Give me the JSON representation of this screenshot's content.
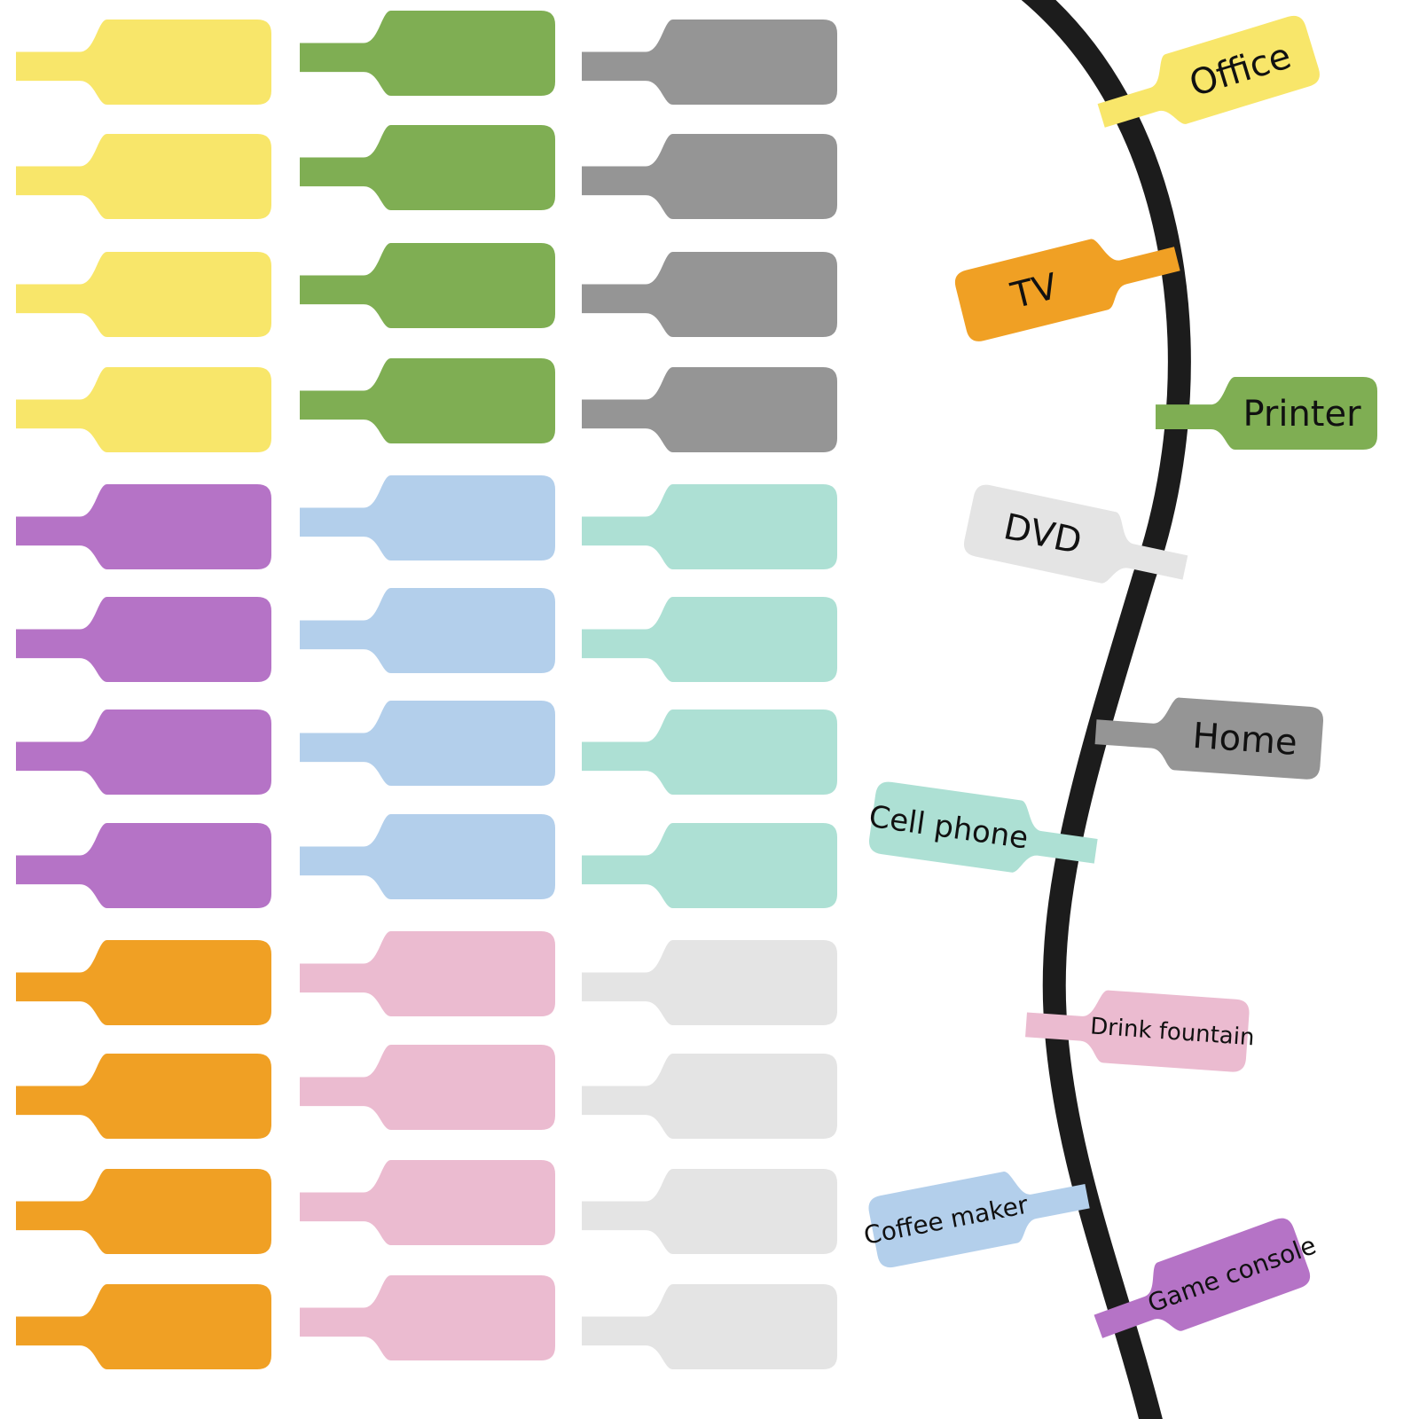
{
  "colors": {
    "yellow": "#F8E66A",
    "green": "#7FAE53",
    "gray": "#959595",
    "purple": "#B573C6",
    "blue": "#B3CFEB",
    "mint": "#ADE0D4",
    "orange": "#F0A024",
    "pink": "#EBBBD0",
    "white": "#E4E4E4",
    "cable": "#1C1C1C",
    "background": "#FFFFFF"
  },
  "product_grid": {
    "columns": [
      {
        "blocks": [
          "yellow",
          "purple",
          "orange"
        ]
      },
      {
        "blocks": [
          "green",
          "blue",
          "pink"
        ]
      },
      {
        "blocks": [
          "gray",
          "mint",
          "white"
        ]
      }
    ],
    "tags_per_block": 4
  },
  "cable_tags": [
    {
      "text": "Office",
      "color": "yellow"
    },
    {
      "text": "TV",
      "color": "orange"
    },
    {
      "text": "Printer",
      "color": "green"
    },
    {
      "text": "DVD",
      "color": "white"
    },
    {
      "text": "Home",
      "color": "gray"
    },
    {
      "text": "Cell phone",
      "color": "mint"
    },
    {
      "text": "Drink fountain",
      "color": "pink"
    },
    {
      "text": "Coffee maker",
      "color": "blue"
    },
    {
      "text": "Game console",
      "color": "purple"
    }
  ]
}
